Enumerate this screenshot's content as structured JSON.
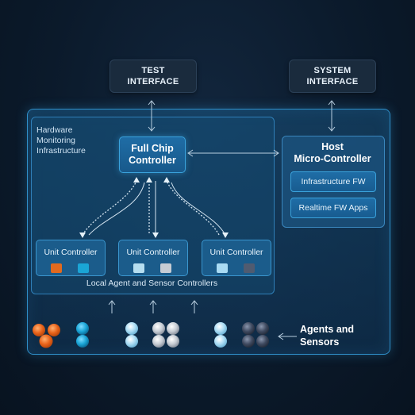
{
  "top": {
    "test_interface": [
      "TEST",
      "INTERFACE"
    ],
    "system_interface": [
      "SYSTEM",
      "INTERFACE"
    ]
  },
  "hardware_monitoring": [
    "Hardware",
    "Monitoring",
    "Infrastructure"
  ],
  "full_chip_controller": [
    "Full Chip",
    "Controller"
  ],
  "host": {
    "title": [
      "Host",
      "Micro-Controller"
    ],
    "infrastructure_fw": "Infrastructure FW",
    "realtime_fw": "Realtime FW Apps"
  },
  "unit_controllers": [
    {
      "label": "Unit Controller",
      "colors": [
        "#e26a1f",
        "#1aa5d6"
      ]
    },
    {
      "label": "Unit Controller",
      "colors": [
        "#b6def0",
        "#c6ccd4"
      ]
    },
    {
      "label": "Unit Controller",
      "colors": [
        "#a9dbf3",
        "#505b70"
      ]
    }
  ],
  "local_agents_label": "Local Agent and Sensor Controllers",
  "agents_label": [
    "Agents and",
    "Sensors"
  ],
  "colors": {
    "accent": "#2f8fc9",
    "orange": "#e26a1f",
    "blue": "#1aa5d6",
    "light_blue": "#a9dbf3",
    "grey": "#c6ccd4",
    "dark": "#505b70"
  }
}
